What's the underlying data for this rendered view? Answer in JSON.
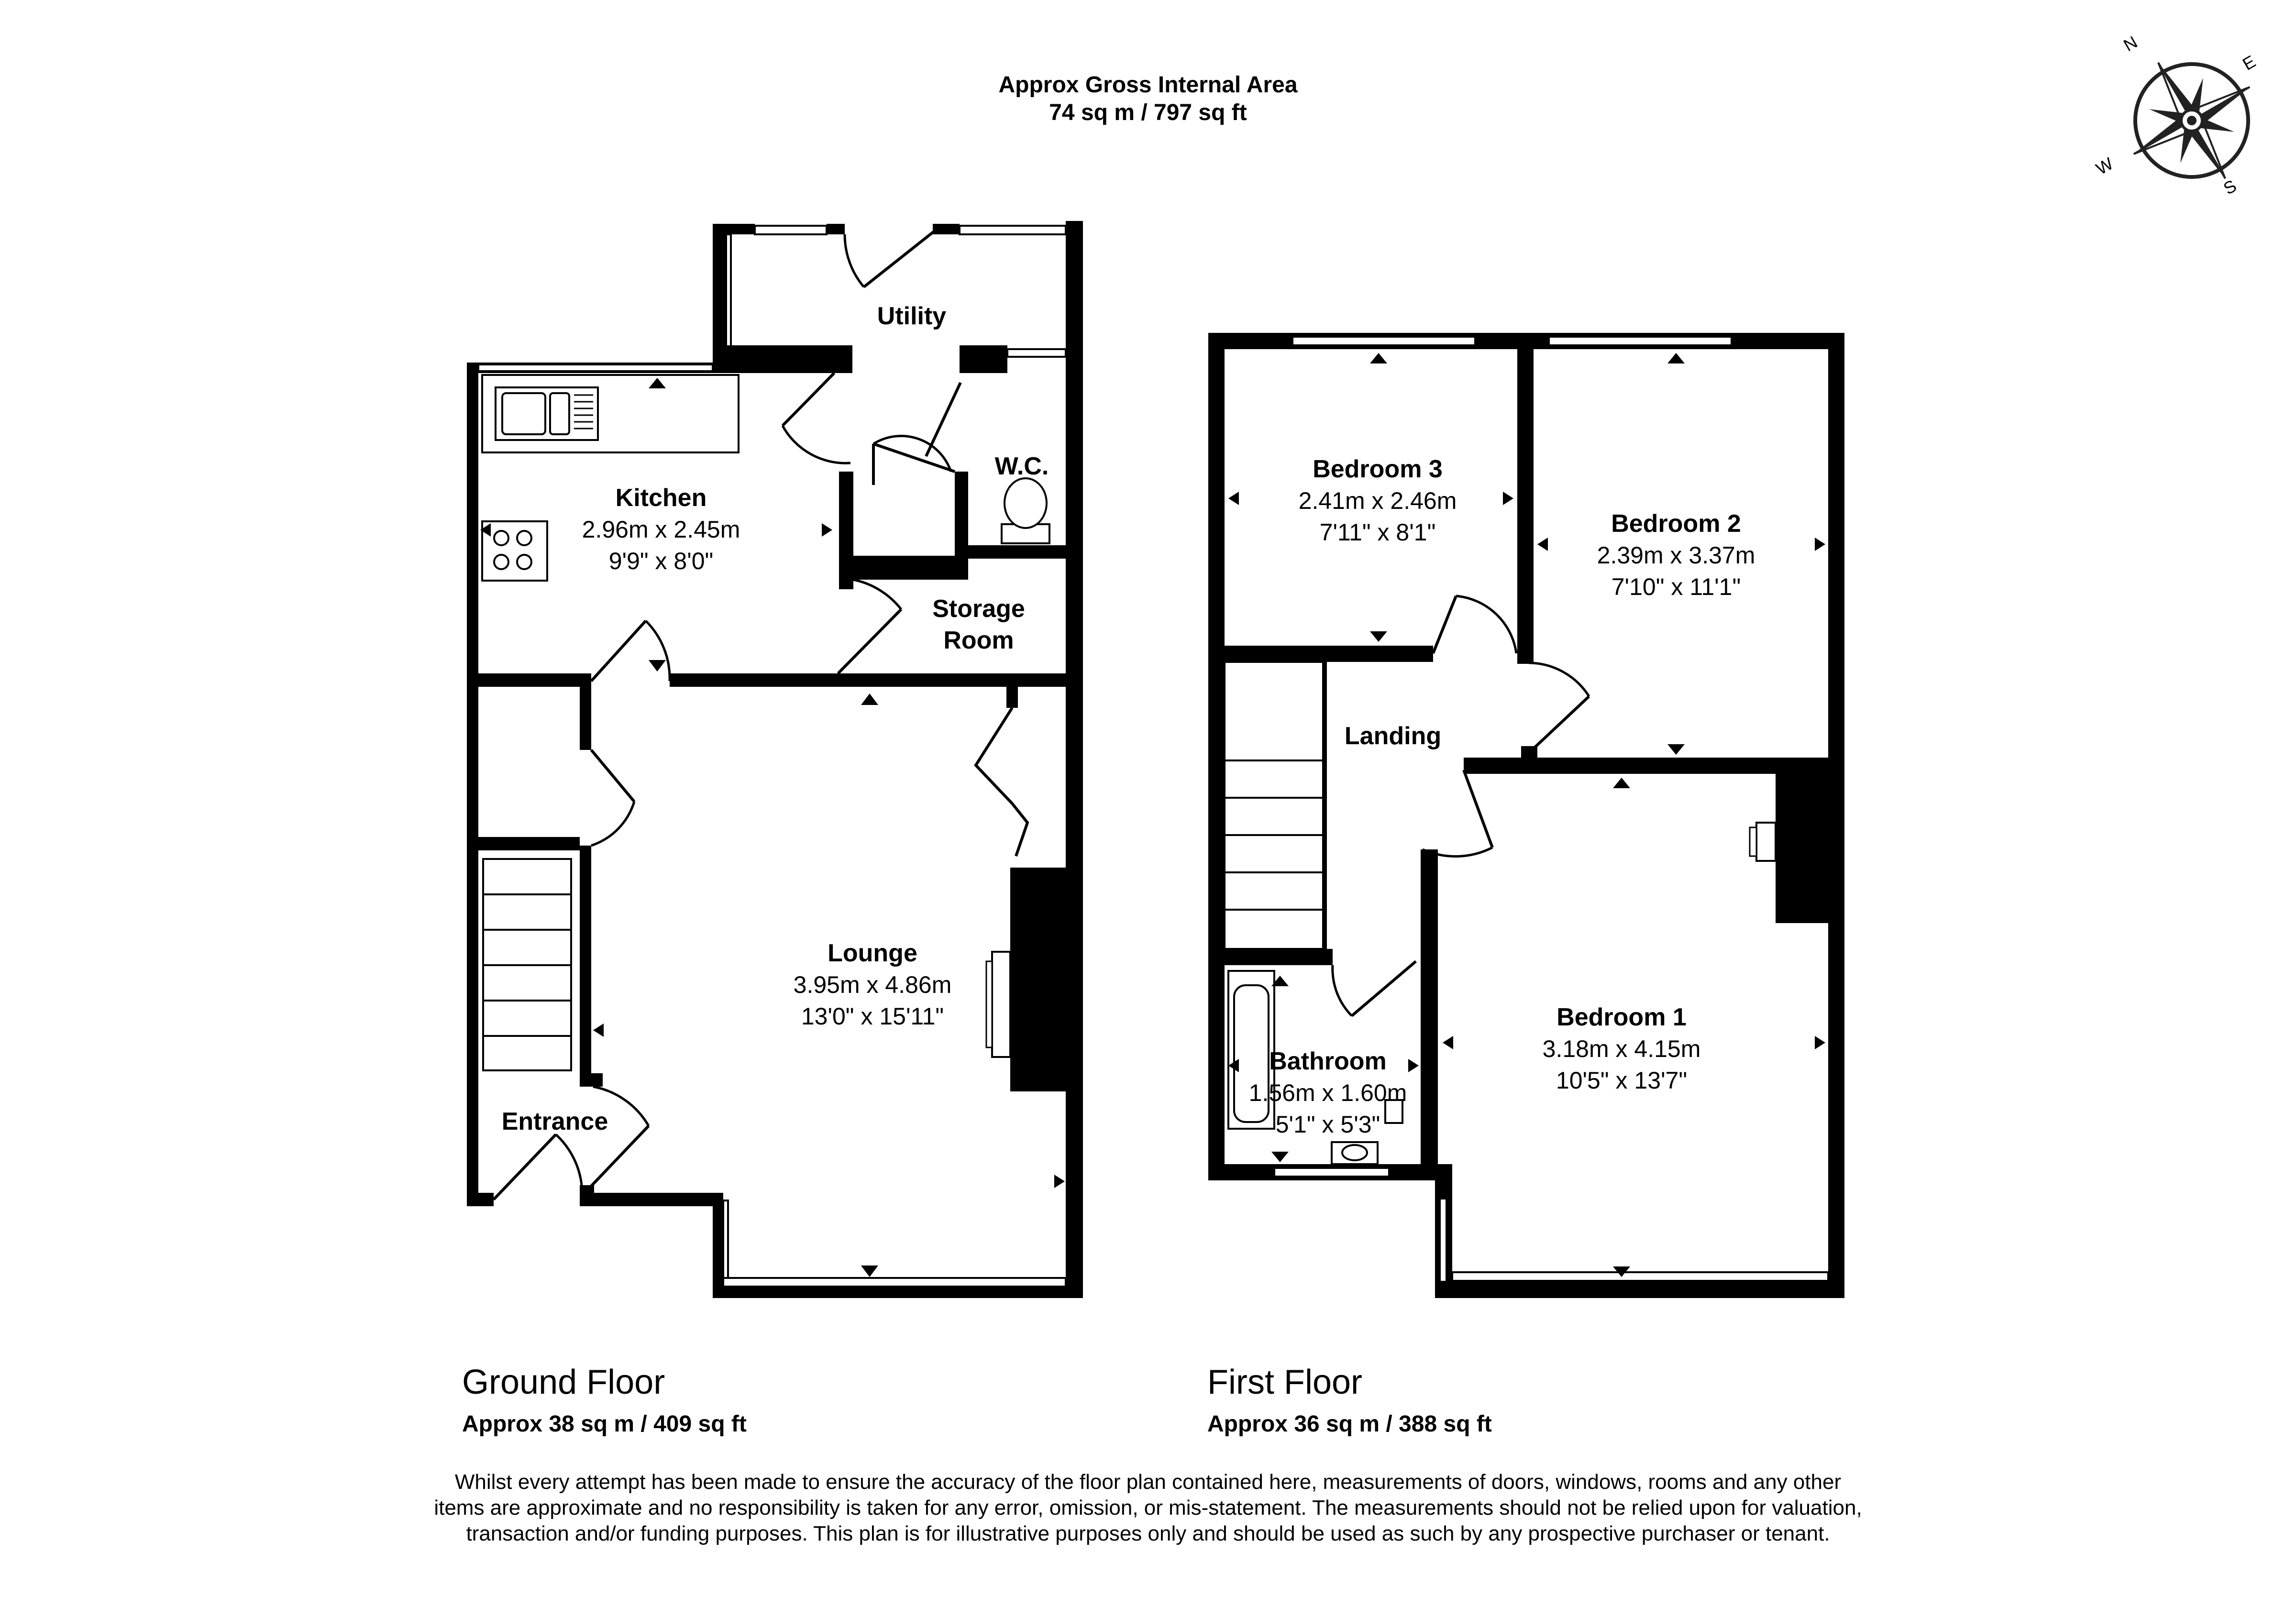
{
  "header": {
    "line1": "Approx Gross Internal Area",
    "line2": "74 sq m / 797 sq ft"
  },
  "compass": {
    "north": "N",
    "east": "E",
    "south": "S",
    "west": "W"
  },
  "ground_floor": {
    "name": "Ground Floor",
    "area": "Approx 38 sq m / 409 sq ft",
    "rooms": {
      "utility": {
        "name": "Utility"
      },
      "kitchen": {
        "name": "Kitchen",
        "metric": "2.96m x 2.45m",
        "imperial": "9'9\" x 8'0\""
      },
      "wc": {
        "name": "W.C."
      },
      "storage": {
        "name_line1": "Storage",
        "name_line2": "Room"
      },
      "lounge": {
        "name": "Lounge",
        "metric": "3.95m x 4.86m",
        "imperial": "13'0\" x 15'11\""
      },
      "entrance": {
        "name": "Entrance"
      }
    }
  },
  "first_floor": {
    "name": "First Floor",
    "area": "Approx 36 sq m / 388 sq ft",
    "rooms": {
      "bedroom3": {
        "name": "Bedroom 3",
        "metric": "2.41m x 2.46m",
        "imperial": "7'11\" x 8'1\""
      },
      "bedroom2": {
        "name": "Bedroom 2",
        "metric": "2.39m x 3.37m",
        "imperial": "7'10\" x 11'1\""
      },
      "landing": {
        "name": "Landing"
      },
      "bedroom1": {
        "name": "Bedroom 1",
        "metric": "3.18m x 4.15m",
        "imperial": "10'5\" x 13'7\""
      },
      "bathroom": {
        "name": "Bathroom",
        "metric": "1.56m x 1.60m",
        "imperial": "5'1\" x 5'3\""
      }
    }
  },
  "disclaimer": "Whilst every attempt has been made to ensure the accuracy of the floor plan contained here, measurements of doors, windows, rooms and any other items are approximate and no responsibility is taken for any error, omission, or mis-statement. The measurements should not be relied upon for valuation, transaction and/or funding purposes. This plan is for illustrative purposes only and should be used as such by any prospective purchaser or tenant."
}
